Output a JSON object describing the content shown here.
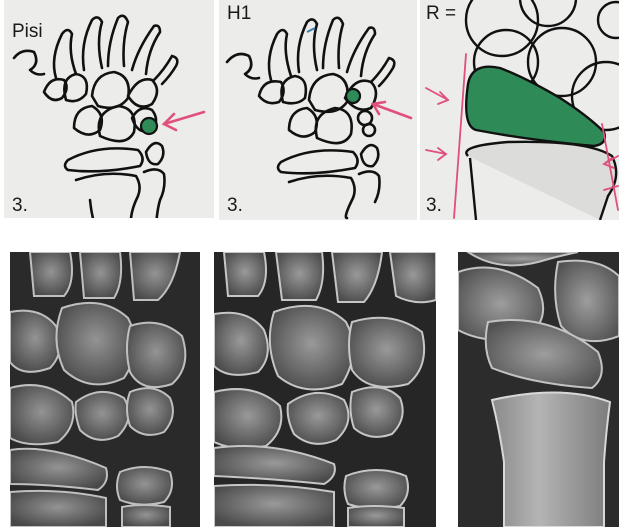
{
  "panels": {
    "pisi": {
      "label": "Pisi",
      "number": "3.",
      "highlight_color": "#2e8b57"
    },
    "h1": {
      "label": "H1",
      "number": "3.",
      "highlight_color": "#2e8b57"
    },
    "r": {
      "label": "R =",
      "number": "3.",
      "highlight_color": "#2e8b57"
    }
  },
  "colors": {
    "arrow": "#e0507a",
    "outline": "#111111",
    "card_bg": "#ececea"
  }
}
